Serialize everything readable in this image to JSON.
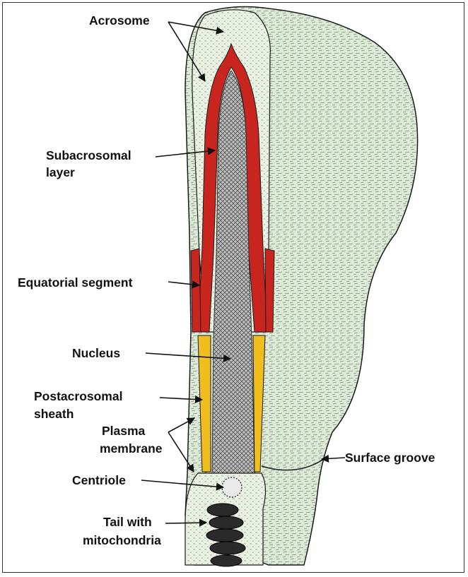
{
  "labels": {
    "acrosome": "Acrosome",
    "subacrosomal_line1": "Subacrosomal",
    "subacrosomal_line2": "layer",
    "equatorial": "Equatorial segment",
    "nucleus": "Nucleus",
    "postacrosomal_line1": "Postacrosomal",
    "postacrosomal_line2": "sheath",
    "plasma_line1": "Plasma",
    "plasma_line2": "membrane",
    "centriole": "Centriole",
    "surface_groove": "Surface groove",
    "tail_line1": "Tail with",
    "tail_line2": "mitochondria"
  },
  "colors": {
    "membrane_fill": "#dcebd6",
    "subacrosomal_red": "#c8251e",
    "postacrosomal_yellow": "#f0be1e",
    "nucleus_grey": "#9a9a9a",
    "ink": "#1a1a1a",
    "background": "#ffffff"
  },
  "icons": {
    "arrow": "arrowhead"
  }
}
